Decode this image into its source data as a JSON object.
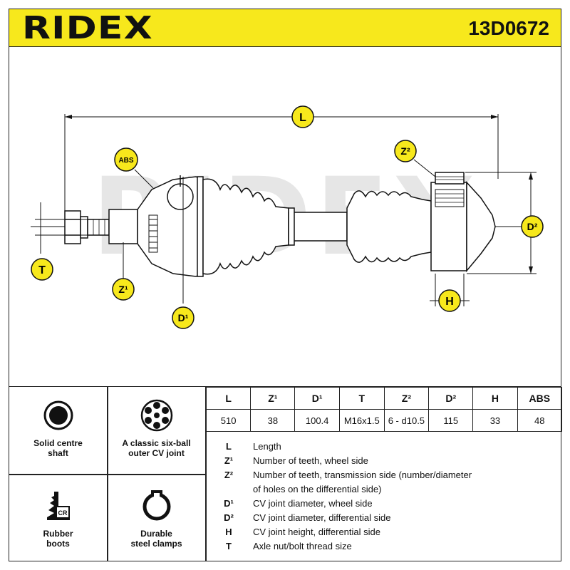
{
  "header": {
    "brand": "RIDEX",
    "part_number": "13D0672"
  },
  "diagram": {
    "labels": {
      "L": "L",
      "ABS": "ABS",
      "Z2": "Z²",
      "D2": "D²",
      "T": "T",
      "Z1": "Z¹",
      "D1": "D¹",
      "H": "H"
    },
    "watermark": "RIDEX",
    "accent": "#f7e81c"
  },
  "features": [
    {
      "label": "Solid centre\nshaft",
      "icon": "solid-shaft-icon"
    },
    {
      "label": "A classic six-ball\nouter CV joint",
      "icon": "six-ball-joint-icon"
    },
    {
      "label": "Rubber\nboots",
      "icon": "rubber-boot-cr-icon"
    },
    {
      "label": "Durable\nsteel clamps",
      "icon": "steel-clamp-icon"
    }
  ],
  "specs": {
    "headers": [
      "L",
      "Z¹",
      "D¹",
      "T",
      "Z²",
      "D²",
      "H",
      "ABS"
    ],
    "values": [
      "510",
      "38",
      "100.4",
      "M16x1.5",
      "6 - d10.5",
      "115",
      "33",
      "48"
    ]
  },
  "legend": [
    {
      "symbol": "L",
      "text": "Length"
    },
    {
      "symbol": "Z¹",
      "text": "Number of teeth, wheel side"
    },
    {
      "symbol": "Z²",
      "text": "Number of teeth, transmission side (number/diameter"
    },
    {
      "symbol": "",
      "text": "of holes on the differential side)"
    },
    {
      "symbol": "D¹",
      "text": "CV joint diameter, wheel side"
    },
    {
      "symbol": "D²",
      "text": "CV joint diameter, differential side"
    },
    {
      "symbol": "H",
      "text": "CV joint height, differential side"
    },
    {
      "symbol": "T",
      "text": "Axle nut/bolt thread size"
    }
  ]
}
